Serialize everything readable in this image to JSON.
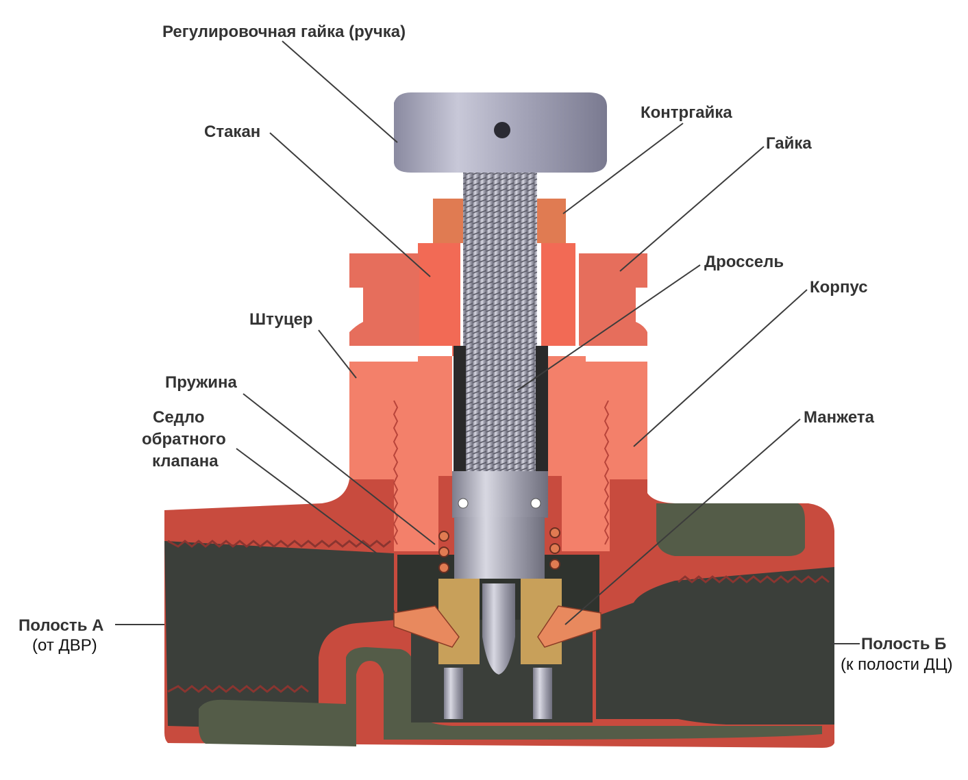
{
  "labels": {
    "adjust_nut": "Регулировочная гайка (ручка)",
    "glass": "Стакан",
    "locknut": "Контргайка",
    "nut": "Гайка",
    "throttle": "Дроссель",
    "body": "Корпус",
    "fitting": "Штуцер",
    "spring": "Пружина",
    "seat_line1": "Седло",
    "seat_line2": "обратного",
    "seat_line3": "клапана",
    "cuff": "Манжета",
    "cavity_a_line1": "Полость А",
    "cavity_a_line2": "(от ДВР)",
    "cavity_b_line1": "Полость Б",
    "cavity_b_line2": "(к полости ДЦ)"
  },
  "colors": {
    "body_red": "#c84b3e",
    "part_salmon": "#f3806a",
    "part_orange": "#e07b52",
    "steel": "#a8a8b4",
    "brass": "#c8a05a",
    "cavity_dark": "#3b3f3a",
    "cavity_olive": "#545c48"
  }
}
